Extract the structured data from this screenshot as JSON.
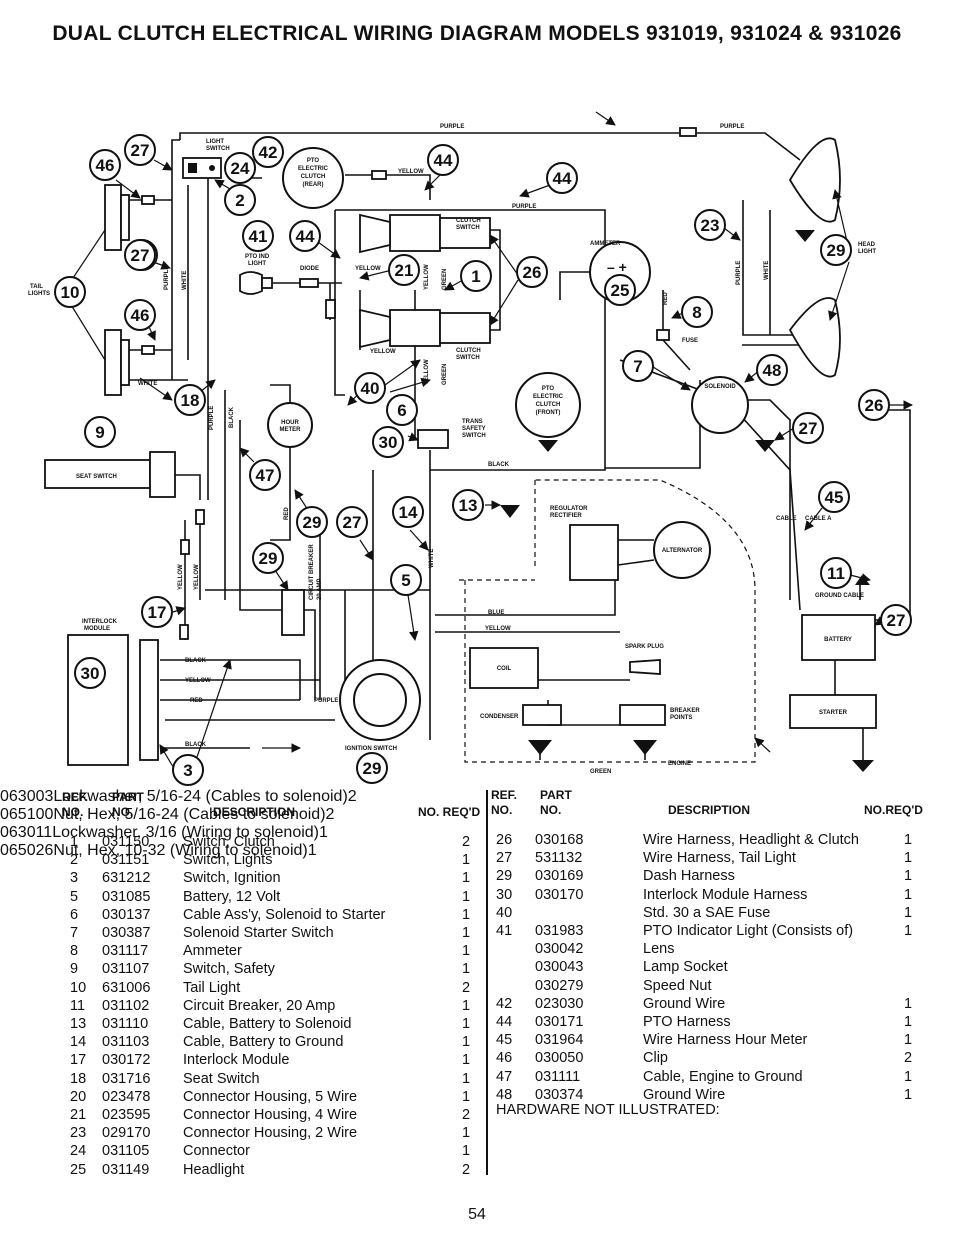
{
  "title": "DUAL CLUTCH ELECTRICAL WIRING DIAGRAM MODELS 931019, 931024 & 931026",
  "diagram": {
    "labels": {
      "light_switch": [
        "LIGHT",
        "SWITCH"
      ],
      "pto_clutch_rear": [
        "PTO",
        "ELECTRIC",
        "CLUTCH",
        "(REAR)"
      ],
      "pto_clutch_front": [
        "PTO",
        "ELECTRIC",
        "CLUTCH",
        "(FRONT)"
      ],
      "clutch_switch_top": [
        "CLUTCH",
        "SWITCH"
      ],
      "clutch_switch_bottom": [
        "CLUTCH",
        "SWITCH"
      ],
      "ammeter": "AMMETER",
      "head_light": [
        "HEAD",
        "LIGHT"
      ],
      "tail_lights": [
        "TAIL",
        "LIGHTS"
      ],
      "pto_ind_light": [
        "PTO IND",
        "LIGHT"
      ],
      "diode": "DIODE",
      "fuse": "FUSE",
      "solenoid": "SOLENOID",
      "hour_meter": [
        "HOUR",
        "METER"
      ],
      "seat_switch": "SEAT SWITCH",
      "trans_safety_switch": [
        "TRANS",
        "SAFETY",
        "SWITCH"
      ],
      "regulator_rectifier": [
        "REGULATOR",
        "RECTIFIER"
      ],
      "alternator": "ALTERNATOR",
      "interlock_module": [
        "INTERLOCK",
        "MODULE"
      ],
      "circuit_breaker": [
        "CIRCUIT BREAKER",
        "20 AMP"
      ],
      "battery": "BATTERY",
      "starter": "STARTER",
      "ground_cable": "GROUND CABLE",
      "cable_a": "CABLE A",
      "cable": "CABLE",
      "spark_plug": "SPARK PLUG",
      "coil": "COIL",
      "condenser": "CONDENSER",
      "breaker_points": [
        "BREAKER",
        "POINTS"
      ],
      "engine": "ENGINE",
      "ignition_switch": "IGNITION SWITCH",
      "wire_colors": {
        "purple": "PURPLE",
        "yellow": "YELLOW",
        "white": "WHITE",
        "green": "GREEN",
        "black": "BLACK",
        "red": "RED",
        "blue": "BLUE"
      }
    },
    "callouts": [
      "27",
      "46",
      "27",
      "42",
      "24",
      "2",
      "44",
      "44",
      "10",
      "27",
      "46",
      "41",
      "44",
      "21",
      "1",
      "26",
      "40",
      "8",
      "25",
      "29",
      "7",
      "48",
      "26",
      "23",
      "6",
      "27",
      "18",
      "9",
      "30",
      "47",
      "13",
      "45",
      "29",
      "27",
      "14",
      "11",
      "29",
      "5",
      "27",
      "17",
      "30",
      "3",
      "29"
    ]
  },
  "parts": {
    "headers": {
      "ref_no": [
        "REF.",
        "NO."
      ],
      "part_no": [
        "PART",
        "NO."
      ],
      "description": "DESCRIPTION",
      "qty_left": "NO. REQ'D",
      "qty_right": "NO.REQ'D"
    },
    "left": [
      {
        "ref": "1",
        "part": "031150",
        "desc": "Switch, Clutch",
        "qty": "2"
      },
      {
        "ref": "2",
        "part": "031151",
        "desc": "Switch, Lights",
        "qty": "1"
      },
      {
        "ref": "3",
        "part": "631212",
        "desc": "Switch, Ignition",
        "qty": "1"
      },
      {
        "ref": "5",
        "part": "031085",
        "desc": "Battery, 12 Volt",
        "qty": "1"
      },
      {
        "ref": "6",
        "part": "030137",
        "desc": "Cable Ass'y, Solenoid to Starter",
        "qty": "1"
      },
      {
        "ref": "7",
        "part": "030387",
        "desc": "Solenoid Starter Switch",
        "qty": "1"
      },
      {
        "ref": "8",
        "part": "031117",
        "desc": "Ammeter",
        "qty": "1"
      },
      {
        "ref": "9",
        "part": "031107",
        "desc": "Switch, Safety",
        "qty": "1"
      },
      {
        "ref": "10",
        "part": "631006",
        "desc": "Tail Light",
        "qty": "2"
      },
      {
        "ref": "11",
        "part": "031102",
        "desc": "Circuit Breaker, 20 Amp",
        "qty": "1"
      },
      {
        "ref": "13",
        "part": "031110",
        "desc": "Cable, Battery to Solenoid",
        "qty": "1"
      },
      {
        "ref": "14",
        "part": "031103",
        "desc": "Cable, Battery to Ground",
        "qty": "1"
      },
      {
        "ref": "17",
        "part": "030172",
        "desc": "Interlock Module",
        "qty": "1"
      },
      {
        "ref": "18",
        "part": "031716",
        "desc": "Seat Switch",
        "qty": "1"
      },
      {
        "ref": "20",
        "part": "023478",
        "desc": "Connector Housing, 5 Wire",
        "qty": "1"
      },
      {
        "ref": "21",
        "part": "023595",
        "desc": "Connector Housing, 4 Wire",
        "qty": "2"
      },
      {
        "ref": "23",
        "part": "029170",
        "desc": "Connector Housing, 2 Wire",
        "qty": "1"
      },
      {
        "ref": "24",
        "part": "031105",
        "desc": "Connector",
        "qty": "1"
      },
      {
        "ref": "25",
        "part": "031149",
        "desc": "Headlight",
        "qty": "2"
      }
    ],
    "right": [
      {
        "ref": "26",
        "part": "030168",
        "desc": "Wire Harness, Headlight & Clutch",
        "qty": "1"
      },
      {
        "ref": "27",
        "part": "531132",
        "desc": "Wire Harness, Tail Light",
        "qty": "1"
      },
      {
        "ref": "29",
        "part": "030169",
        "desc": "Dash Harness",
        "qty": "1"
      },
      {
        "ref": "30",
        "part": "030170",
        "desc": "Interlock Module Harness",
        "qty": "1"
      },
      {
        "ref": "40",
        "part": "",
        "desc": "Std. 30 a SAE Fuse",
        "qty": "1"
      },
      {
        "ref": "41",
        "part": "031983",
        "desc": "PTO Indicator Light (Consists of)",
        "qty": "1"
      },
      {
        "ref": "",
        "part": "030042",
        "desc": "Lens",
        "qty": ""
      },
      {
        "ref": "",
        "part": "030043",
        "desc": "Lamp Socket",
        "qty": ""
      },
      {
        "ref": "",
        "part": "030279",
        "desc": "Speed Nut",
        "qty": ""
      },
      {
        "ref": "42",
        "part": "023030",
        "desc": "Ground Wire",
        "qty": "1"
      },
      {
        "ref": "44",
        "part": "030171",
        "desc": "PTO Harness",
        "qty": "1"
      },
      {
        "ref": "45",
        "part": "031964",
        "desc": "Wire Harness Hour Meter",
        "qty": "1"
      },
      {
        "ref": "46",
        "part": "030050",
        "desc": "Clip",
        "qty": "2"
      },
      {
        "ref": "47",
        "part": "031111",
        "desc": "Cable, Engine to Ground",
        "qty": "1"
      },
      {
        "ref": "48",
        "part": "030374",
        "desc": "Ground Wire",
        "qty": "1"
      }
    ],
    "hardware_title": "HARDWARE NOT ILLUSTRATED:",
    "hardware": [
      {
        "part": "063003",
        "desc": "Lockwasher, 5/16-24 (Cables to solenoid)",
        "qty": "2"
      },
      {
        "part": "065100",
        "desc": "Nut, Hex, 5/16-24 (Cables to solenoid)",
        "qty": "2"
      },
      {
        "part": "063011",
        "desc": "Lockwasher, 3/16 (Wiring to solenoid)",
        "qty": "1"
      },
      {
        "part": "065026",
        "desc": "Nut, Hex, 10-32 (Wiring to solenoid)",
        "qty": "1"
      }
    ]
  },
  "page_number": "54"
}
